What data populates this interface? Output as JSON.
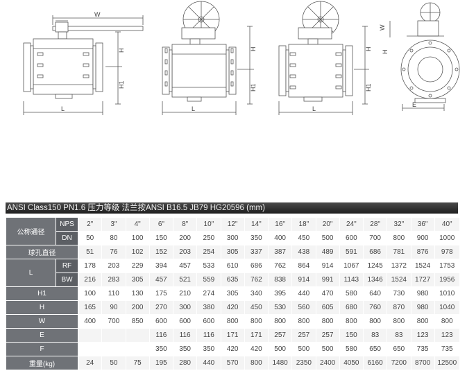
{
  "drawing_labels": {
    "w": "W",
    "h": "H",
    "h1": "H1",
    "l": "L",
    "e": "E"
  },
  "table": {
    "title": "ANSI Class150 PN1.6 压力等级 法兰按ANSI B16.5 JB79 HG20596 (mm)",
    "rows": [
      {
        "label": "公称通径",
        "sub": "NPS",
        "values": [
          "2\"",
          "3\"",
          "4\"",
          "6\"",
          "8\"",
          "10\"",
          "12\"",
          "14\"",
          "16\"",
          "18\"",
          "20\"",
          "24\"",
          "28\"",
          "32\"",
          "36\"",
          "40\""
        ]
      },
      {
        "label": "",
        "sub": "DN",
        "values": [
          "50",
          "80",
          "100",
          "150",
          "200",
          "250",
          "300",
          "350",
          "400",
          "450",
          "500",
          "600",
          "700",
          "800",
          "900",
          "1000"
        ]
      },
      {
        "label": "球孔直径",
        "sub": "",
        "values": [
          "51",
          "76",
          "102",
          "152",
          "203",
          "254",
          "305",
          "337",
          "387",
          "438",
          "489",
          "591",
          "686",
          "781",
          "876",
          "978"
        ]
      },
      {
        "label": "L",
        "sub": "RF",
        "values": [
          "178",
          "203",
          "229",
          "394",
          "457",
          "533",
          "610",
          "686",
          "762",
          "864",
          "914",
          "1067",
          "1245",
          "1372",
          "1524",
          "1753"
        ]
      },
      {
        "label": "",
        "sub": "BW",
        "values": [
          "216",
          "283",
          "305",
          "457",
          "521",
          "559",
          "635",
          "762",
          "838",
          "914",
          "991",
          "1143",
          "1346",
          "1524",
          "1727",
          "1956"
        ]
      },
      {
        "label": "H1",
        "sub": "",
        "values": [
          "100",
          "110",
          "130",
          "175",
          "210",
          "274",
          "305",
          "340",
          "395",
          "440",
          "470",
          "580",
          "640",
          "730",
          "980",
          "1010"
        ]
      },
      {
        "label": "H",
        "sub": "",
        "values": [
          "165",
          "90",
          "200",
          "270",
          "300",
          "380",
          "420",
          "450",
          "530",
          "560",
          "605",
          "680",
          "760",
          "870",
          "980",
          "1040"
        ]
      },
      {
        "label": "W",
        "sub": "",
        "values": [
          "400",
          "700",
          "850",
          "600",
          "600",
          "600",
          "800",
          "800",
          "800",
          "800",
          "800",
          "800",
          "800",
          "800",
          "800",
          "800"
        ]
      },
      {
        "label": "E",
        "sub": "",
        "values": [
          "",
          "",
          "",
          "116",
          "116",
          "116",
          "171",
          "171",
          "257",
          "257",
          "257",
          "150",
          "83",
          "83",
          "123",
          "123"
        ]
      },
      {
        "label": "F",
        "sub": "",
        "values": [
          "",
          "",
          "",
          "350",
          "350",
          "350",
          "420",
          "420",
          "500",
          "500",
          "500",
          "580",
          "650",
          "650",
          "735",
          "735"
        ]
      },
      {
        "label": "重量(kg)",
        "sub": "",
        "values": [
          "24",
          "50",
          "75",
          "195",
          "280",
          "440",
          "570",
          "800",
          "1480",
          "2350",
          "2400",
          "4050",
          "6160",
          "7200",
          "8700",
          "12500"
        ]
      }
    ]
  }
}
